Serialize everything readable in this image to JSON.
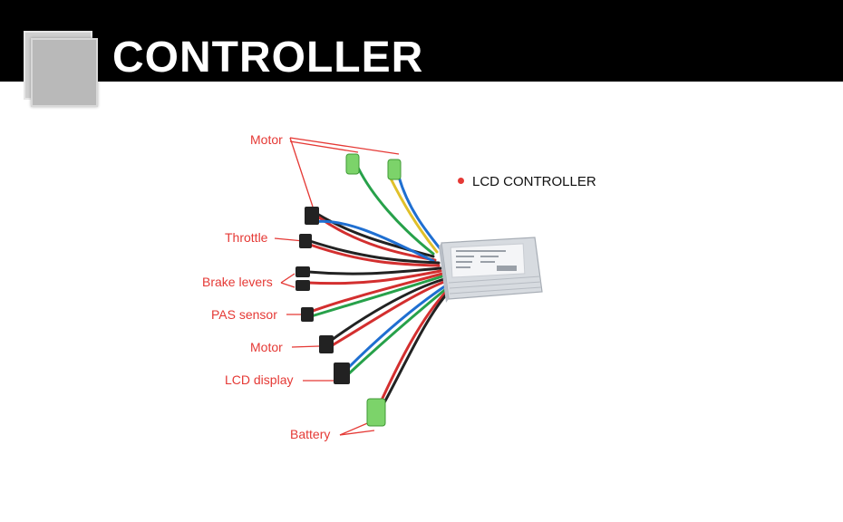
{
  "header": {
    "title": "CONTROLLER"
  },
  "product": {
    "name": "LCD CONTROLLER"
  },
  "labels": {
    "motor_top": "Motor",
    "throttle": "Throttle",
    "brake_levers": "Brake levers",
    "pas_sensor": "PAS sensor",
    "motor_bottom": "Motor",
    "lcd_display": "LCD display",
    "battery": "Battery"
  },
  "colors": {
    "label": "#e53935",
    "banner": "#000000",
    "housing": "#d7dbe0"
  }
}
